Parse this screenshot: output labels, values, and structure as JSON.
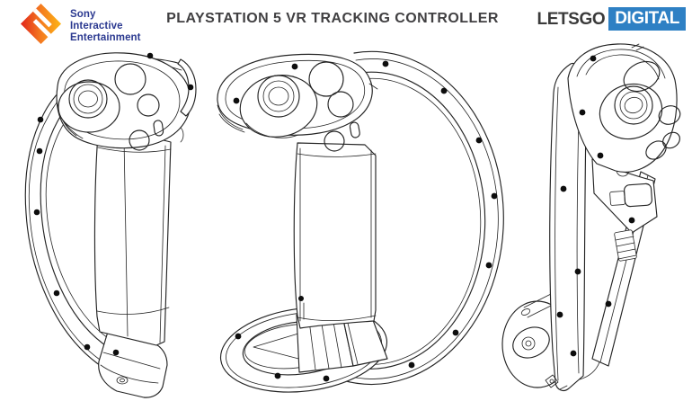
{
  "header": {
    "title": "PLAYSTATION 5 VR TRACKING CONTROLLER",
    "title_color": "#414042",
    "sony_logo": {
      "line1": "Sony",
      "line2": "Interactive",
      "line3": "Entertainment",
      "text_color": "#2b3990",
      "diamond_gradient": [
        "#e1251b",
        "#f47b20",
        "#fdb515"
      ]
    },
    "letsgo_logo": {
      "part1": "LETSGO",
      "part2": "DIGITAL",
      "part1_color": "#3a3a3a",
      "part2_bg": "#2e80c4",
      "part2_text_color": "#ffffff"
    }
  },
  "drawing": {
    "line_color": "#242424",
    "tracking_dot_color": "#0d0d0d",
    "views": [
      "left-side",
      "front-three-quarter",
      "right-side"
    ]
  }
}
